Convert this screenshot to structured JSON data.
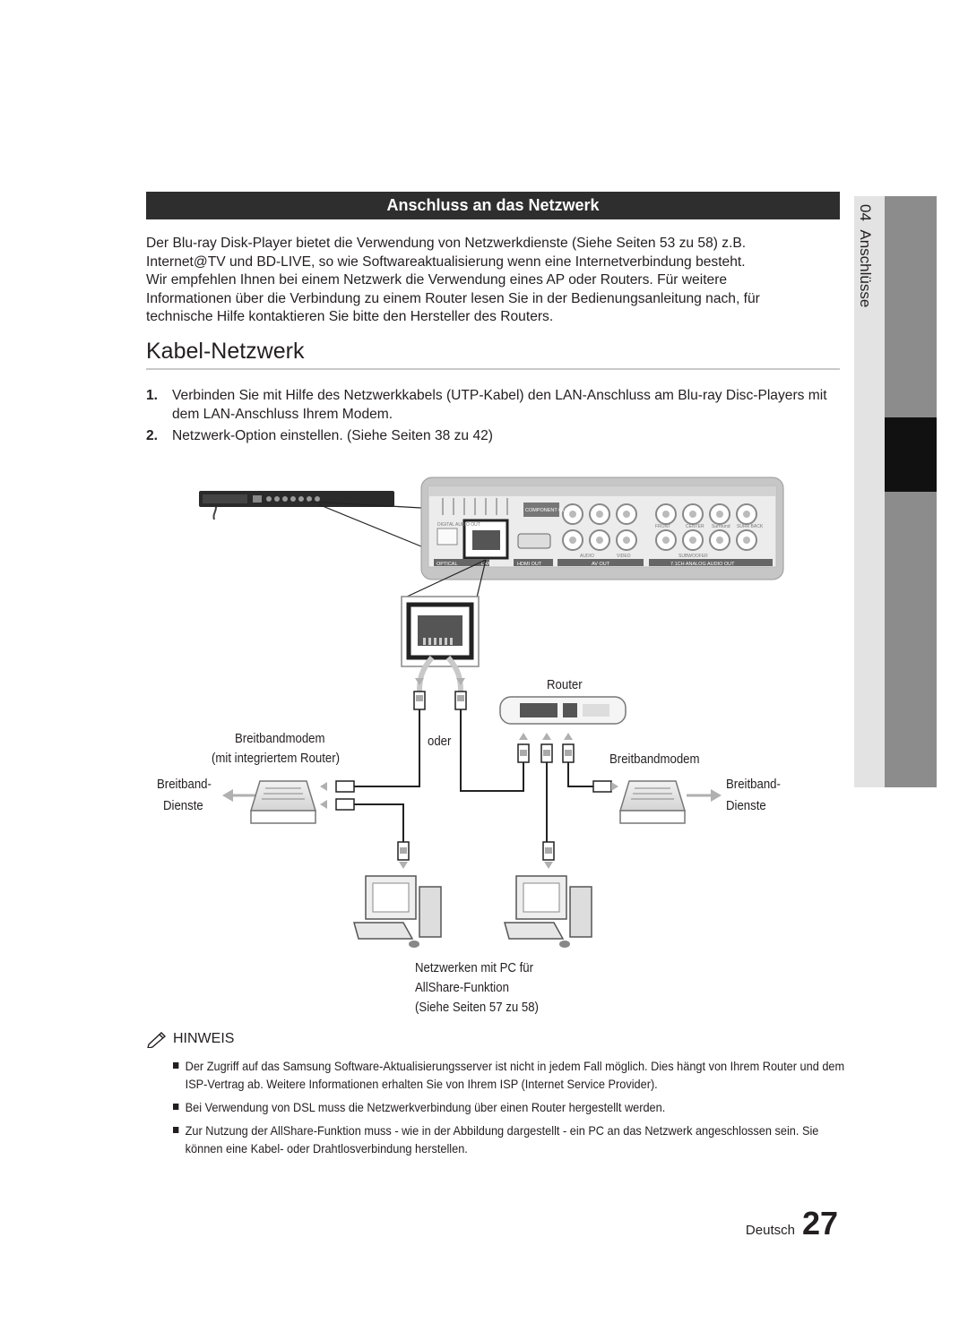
{
  "section_title": "Anschluss an das Netzwerk",
  "intro_lines": [
    "Der Blu-ray Disk-Player bietet die Verwendung von Netzwerkdienste (Siehe Seiten 53 zu 58) z.B.",
    "Internet@TV und BD-LIVE, so wie Softwareaktualisierung wenn eine Internetverbindung besteht.",
    "Wir empfehlen Ihnen bei einem Netzwerk die Verwendung eines AP oder Routers. Für weitere",
    "Informationen über die Verbindung zu einem Router lesen Sie in der Bedienungsanleitung nach, für",
    "technische Hilfe kontaktieren Sie bitte den Hersteller des Routers."
  ],
  "subsection_title": "Kabel-Netzwerk",
  "steps": [
    {
      "num": "1.",
      "text": "Verbinden Sie mit Hilfe des Netzwerkkabels (UTP-Kabel) den LAN-Anschluss am Blu-ray Disc-Players mit dem LAN-Anschluss Ihrem Modem."
    },
    {
      "num": "2.",
      "text": "Netzwerk-Option einstellen. (Siehe Seiten 38 zu 42)"
    }
  ],
  "diagram": {
    "router": "Router",
    "modem_left_line1": "Breitbandmodem",
    "modem_left_line2": "(mit integriertem Router)",
    "oder": "oder",
    "modem_right": "Breitbandmodem",
    "service_left_1": "Breitband-",
    "service_left_2": "Dienste",
    "service_right_1": "Breitband-",
    "service_right_2": "Dienste",
    "pc_line1": "Netzwerken mit PC für",
    "pc_line2": "AllShare-Funktion",
    "pc_line3": "(Siehe Seiten 57 zu 58)",
    "panel": {
      "component_out": "COMPONENT OUT",
      "digital_audio_out": "DIGITAL AUDIO OUT",
      "optical": "OPTICAL",
      "lan": "LAN",
      "hdmi_out": "HDMI OUT",
      "audio": "AUDIO",
      "video": "VIDEO",
      "av_out": "AV OUT",
      "analog_out": "7.1CH ANALOG AUDIO OUT",
      "front": "FRONT",
      "center": "CENTER",
      "surround": "Surround",
      "surr_back": "SURR BACK",
      "subwoofer": "SUBWOOFER"
    }
  },
  "note_title": "HINWEIS",
  "notes": [
    "Der Zugriff auf das Samsung Software-Aktualisierungsserver ist nicht in jedem Fall möglich. Dies hängt von Ihrem Router und dem ISP-Vertrag ab. Weitere Informationen erhalten Sie von Ihrem ISP (Internet Service Provider).",
    "Bei Verwendung von DSL muss die Netzwerkverbindung über einen Router hergestellt werden.",
    "Zur Nutzung der AllShare-Funktion muss - wie in der Abbildung dargestellt - ein PC an das Netzwerk angeschlossen sein. Sie können eine Kabel- oder Drahtlosverbindung herstellen."
  ],
  "footer": {
    "language": "Deutsch",
    "page": "27"
  },
  "side_tab": {
    "chapter": "04",
    "title": "Anschlüsse"
  }
}
